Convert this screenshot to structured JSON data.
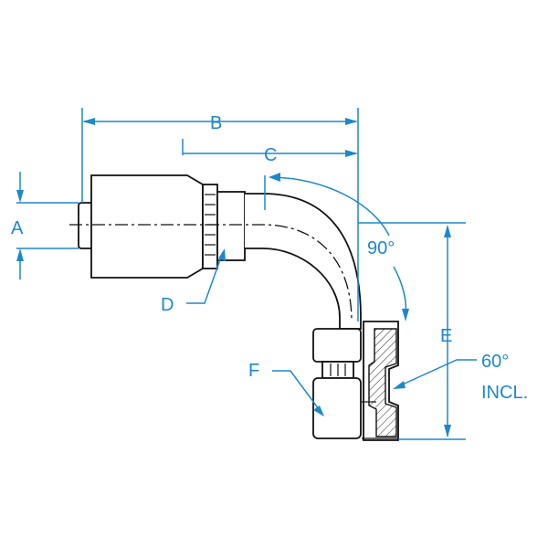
{
  "labels": {
    "A": "A",
    "B": "B",
    "C": "C",
    "D": "D",
    "E": "E",
    "F": "F",
    "angle_bend": "90°",
    "angle_seat_line1": "60°",
    "angle_seat_line2": "INCL."
  },
  "colors": {
    "dimension": "#1d88c9",
    "outline": "#111111",
    "background": "#ffffff"
  }
}
